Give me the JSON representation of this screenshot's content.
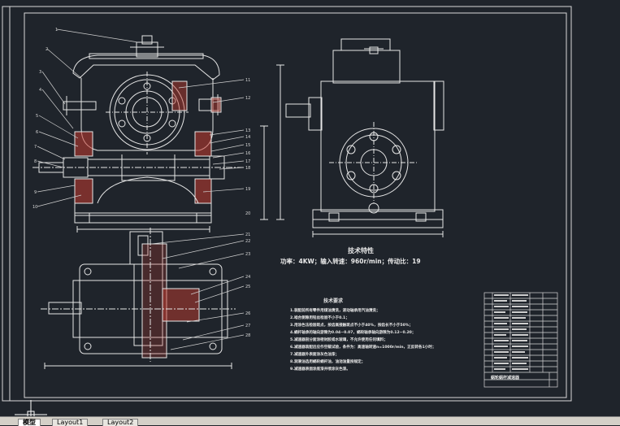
{
  "drawing": {
    "spec_title": "技术特性",
    "spec_line": "功率：4KW；输入转速：960r/min；传动比：19",
    "req_title": "技术要求",
    "requirements": [
      "1.装配前所有零件用煤油清洗，滚动轴承用汽油清洗；",
      "2.啮合侧隙用铅丝检验不小于0.1；",
      "3.用涂色法检验斑点，按齿高接触斑点不小于40%，按齿长不小于50%；",
      "4.蜗杆轴承的轴向游隙为0.04~0.07，蜗轮轴承轴向游隙为0.12~0.20；",
      "5.减速器剖分面涂密封胶或水玻璃，不允许使用任何填料；",
      "6.减速器装配后应作空载试验，条件为：高速轴转速n=1000r/min，正反转各1小时；",
      "7.减速器外表面涂灰色油漆；",
      "8.润滑油选用蜗轮蜗杆油，油池油量按规定；",
      "9.减速器表面涂底漆并喷涂灰色漆。"
    ],
    "title_block_name": "蜗轮蜗杆减速器",
    "balloons_left": [
      "1",
      "2",
      "3",
      "4",
      "5",
      "6",
      "7",
      "8",
      "9",
      "10"
    ],
    "balloons_right": [
      "11",
      "12",
      "13",
      "14",
      "15",
      "16",
      "17",
      "18",
      "19",
      "20"
    ],
    "balloons_bottom": [
      "21",
      "22",
      "23",
      "24",
      "25",
      "26",
      "27",
      "28"
    ]
  },
  "layout_tabs": [
    "模型",
    "Layout1",
    "Layout2"
  ]
}
